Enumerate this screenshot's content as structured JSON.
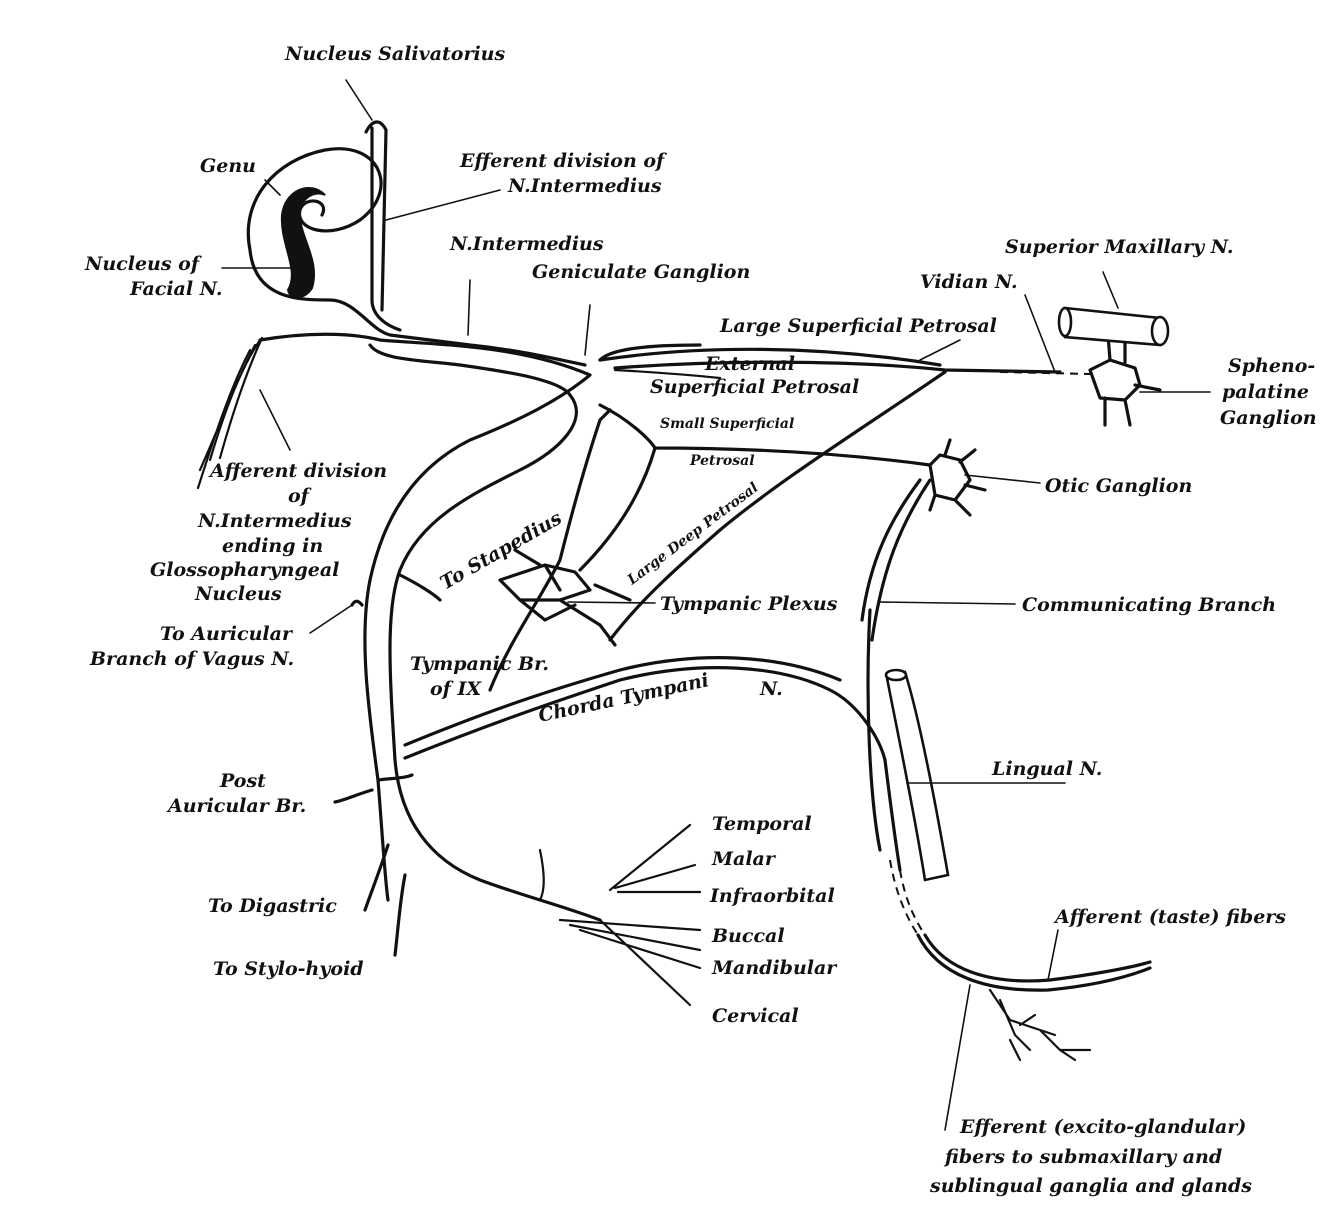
{
  "labels": {
    "nucleus_salivatorius": "Nucleus Salivatorius",
    "genu": "Genu",
    "efferent_division_1": "Efferent division of",
    "efferent_division_2": "N.Intermedius",
    "nucleus_of_facial_1": "Nucleus of",
    "nucleus_of_facial_2": "Facial N.",
    "n_intermedius": "N.Intermedius",
    "geniculate_ganglion": "Geniculate Ganglion",
    "superior_maxillary": "Superior Maxillary N.",
    "vidian": "Vidian N.",
    "large_superficial_petrosal": "Large Superficial Petrosal",
    "external_superficial_petrosal_1": "External",
    "external_superficial_petrosal_2": "Superficial Petrosal",
    "spheno_palatine_1": "Spheno-",
    "spheno_palatine_2": "palatine",
    "spheno_palatine_3": "Ganglion",
    "small_superficial": "Small Superficial",
    "petrosal": "Petrosal",
    "large_deep_petrosal": "Large Deep Petrosal",
    "otic_ganglion": "Otic Ganglion",
    "afferent_division_1": "Afferent division",
    "afferent_division_2": "of",
    "afferent_division_3": "N.Intermedius",
    "afferent_division_4": "ending in",
    "afferent_division_5": "Glossopharyngeal",
    "afferent_division_6": "Nucleus",
    "to_stapedius": "To Stapedius",
    "tympanic_plexus": "Tympanic Plexus",
    "communicating_branch": "Communicating Branch",
    "to_auricular_1": "To Auricular",
    "to_auricular_2": "Branch of Vagus N.",
    "tympanic_br_1": "Tympanic Br.",
    "tympanic_br_2": "of IX",
    "chorda_tympani": "Chorda Tympani",
    "chorda_n": "N.",
    "lingual": "Lingual N.",
    "post_auricular_1": "Post",
    "post_auricular_2": "Auricular Br.",
    "temporal": "Temporal",
    "malar": "Malar",
    "infraorbital": "Infraorbital",
    "buccal": "Buccal",
    "mandibular": "Mandibular",
    "cervical": "Cervical",
    "to_digastric": "To Digastric",
    "to_stylo_hyoid": "To Stylo-hyoid",
    "afferent_taste": "Afferent (taste) fibers",
    "efferent_excito_1": "Efferent (excito-glandular)",
    "efferent_excito_2": "fibers to submaxillary and",
    "efferent_excito_3": "sublingual ganglia and glands"
  },
  "colors": {
    "ink": "#111111",
    "background": "#ffffff"
  }
}
